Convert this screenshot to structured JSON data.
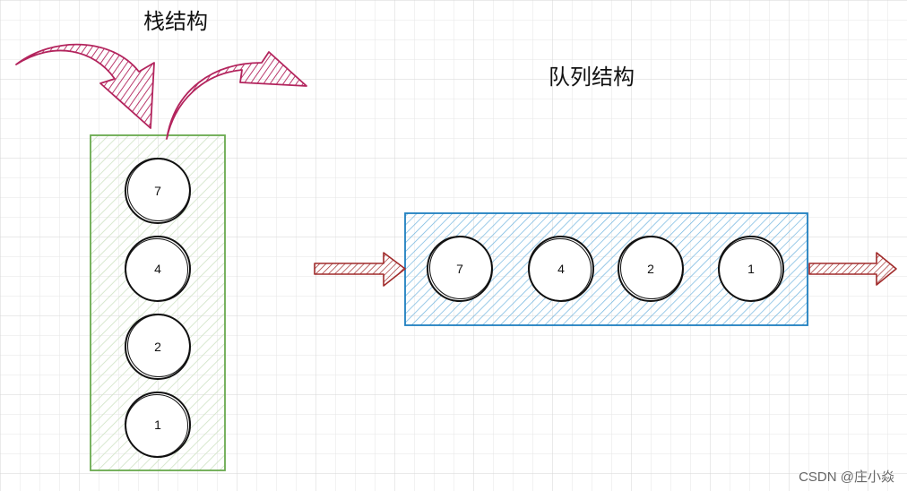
{
  "stack": {
    "title": "栈结构",
    "items": [
      "7",
      "4",
      "2",
      "1"
    ],
    "colors": {
      "border": "#6aaa4f",
      "hatch": "#cfe3c4"
    }
  },
  "queue": {
    "title": "队列结构",
    "items": [
      "7",
      "4",
      "2",
      "1"
    ],
    "colors": {
      "border": "#1f7fc0",
      "hatch": "#6fb4df"
    }
  },
  "arrows": {
    "stack_color": "#b3245d",
    "queue_color": "#a02a2a"
  },
  "watermark": "CSDN @庄小焱"
}
